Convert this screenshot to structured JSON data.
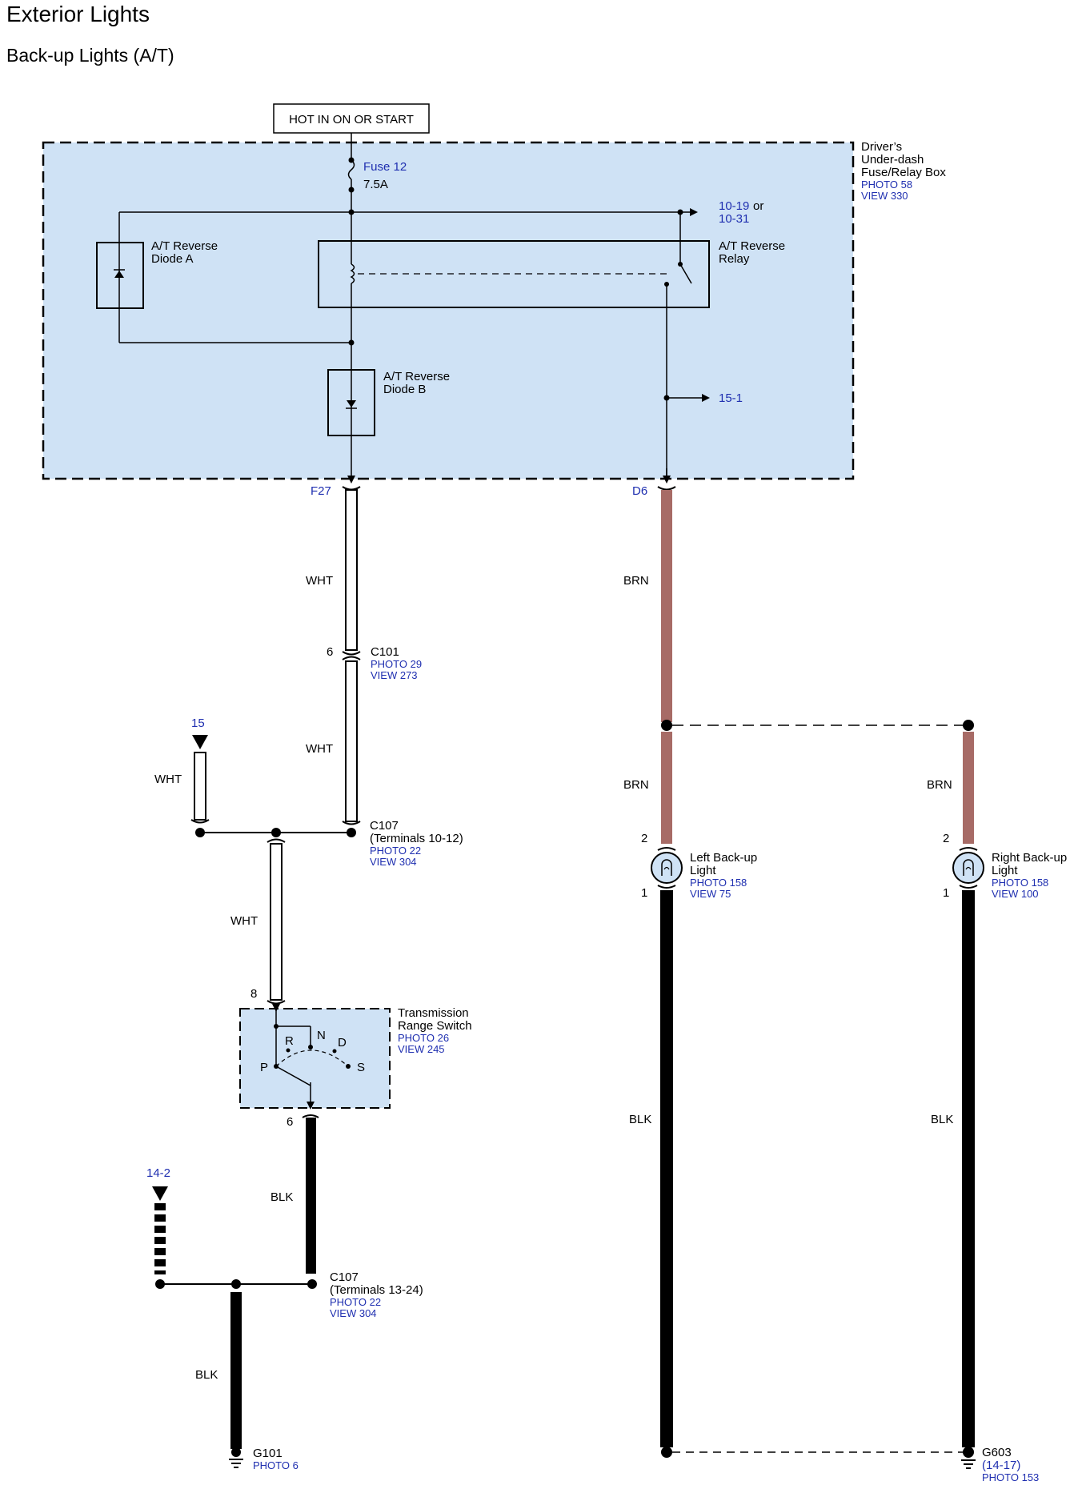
{
  "page": {
    "title": "Exterior Lights",
    "subtitle": "Back-up Lights (A/T)"
  },
  "power": {
    "label": "HOT IN ON OR START"
  },
  "fuse_box": {
    "name_line1": "Driver’s",
    "name_line2": "Under-dash",
    "name_line3": "Fuse/Relay Box",
    "photo": "PHOTO 58",
    "view": "VIEW 330",
    "fuse_name": "Fuse 12",
    "fuse_rating": "7.5A",
    "diode_a_line1": "A/T Reverse",
    "diode_a_line2": "Diode A",
    "relay_line1": "A/T Reverse",
    "relay_line2": "Relay",
    "diode_b_line1": "A/T Reverse",
    "diode_b_line2": "Diode B",
    "ref_top_a": "10-19",
    "ref_top_or": "or",
    "ref_top_b": "10-31",
    "ref_mid": "15-1",
    "terminal_left": "F27",
    "terminal_right": "D6"
  },
  "wires": {
    "wht": "WHT",
    "brn": "BRN",
    "blk": "BLK"
  },
  "colors": {
    "box_fill": "#cfe2f5",
    "brown_wire": "#a76b66",
    "ref_blue": "#1f2fb0"
  },
  "c101": {
    "pin": "6",
    "name": "C101",
    "photo": "PHOTO 29",
    "view": "VIEW 273"
  },
  "c107_upper": {
    "name": "C107",
    "terminals": "(Terminals 10-12)",
    "photo": "PHOTO 22",
    "view": "VIEW 304"
  },
  "c107_lower": {
    "name": "C107",
    "terminals": "(Terminals 13-24)",
    "photo": "PHOTO 22",
    "view": "VIEW 304"
  },
  "offpage": {
    "ref_15": "15",
    "ref_14_2": "14-2"
  },
  "trs": {
    "name_line1": "Transmission",
    "name_line2": "Range Switch",
    "photo": "PHOTO 26",
    "view": "VIEW 245",
    "pin_top": "8",
    "pin_bottom": "6",
    "pos_p": "P",
    "pos_r": "R",
    "pos_n": "N",
    "pos_d": "D",
    "pos_s": "S"
  },
  "left_light": {
    "name_line1": "Left Back-up",
    "name_line2": "Light",
    "photo": "PHOTO 158",
    "view": "VIEW 75",
    "pin_top": "2",
    "pin_bottom": "1"
  },
  "right_light": {
    "name_line1": "Right Back-up",
    "name_line2": "Light",
    "photo": "PHOTO 158",
    "view": "VIEW 100",
    "pin_top": "2",
    "pin_bottom": "1"
  },
  "g101": {
    "name": "G101",
    "photo": "PHOTO 6"
  },
  "g603": {
    "name": "G603",
    "ref": "(14-17)",
    "photo": "PHOTO 153"
  }
}
